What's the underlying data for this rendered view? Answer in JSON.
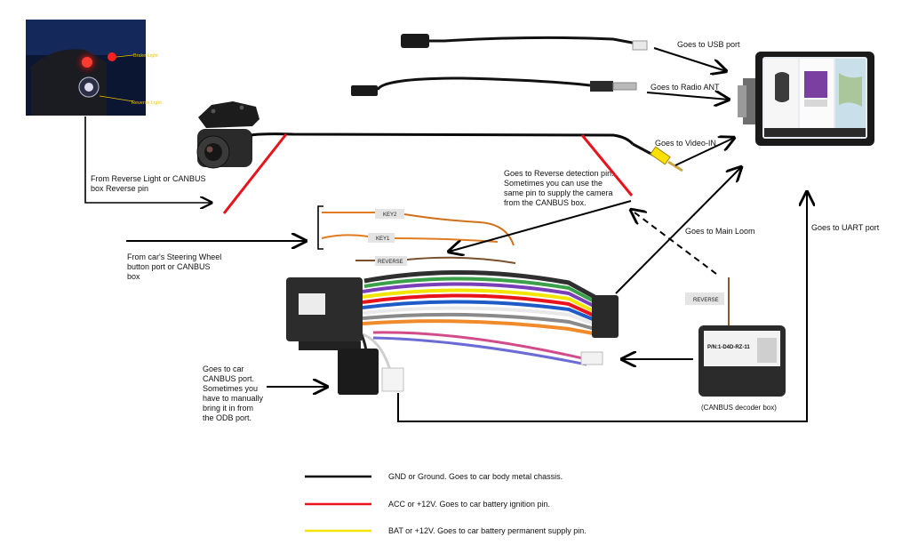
{
  "photo_labels": {
    "brake_light": "Brake Light",
    "reverse_light": "Reverse Light"
  },
  "wire_tags": {
    "key2": "KEY2",
    "key1": "KEY1",
    "reverse": "REVERSE",
    "canbus_reverse": "REVERSE"
  },
  "canbus_box": {
    "part_no": "P/N:1-D4D-RZ-11",
    "caption": "(CANBUS decoder box)"
  },
  "annotations": {
    "usb": "Goes to USB port",
    "radio": "Goes to Radio ANT",
    "video": "Goes to Video-IN",
    "reverse_light": "From Reverse Light or CANBUS\nbox Reverse pin",
    "reverse_detection": "Goes to Reverse detection pin.\nSometimes you can use the\nsame pin to supply the camera\nfrom the CANBUS box.",
    "main_loom": "Goes to Main Loom",
    "uart": "Goes to UART port",
    "steering": "From car's Steering Wheel\nbutton port or CANBUS\nbox",
    "canbus_port": "Goes to car\nCANBUS port.\nSometimes you\nhave to manually\nbring it in from\nthe ODB port."
  },
  "legend": [
    {
      "text": "GND or Ground. Goes to car body metal chassis.",
      "color": "#000000"
    },
    {
      "text": "ACC or +12V. Goes to car battery ignition pin.",
      "color": "#e8131b"
    },
    {
      "text": "BAT or +12V. Goes to car battery permanent supply pin.",
      "color": "#f2e600"
    }
  ]
}
